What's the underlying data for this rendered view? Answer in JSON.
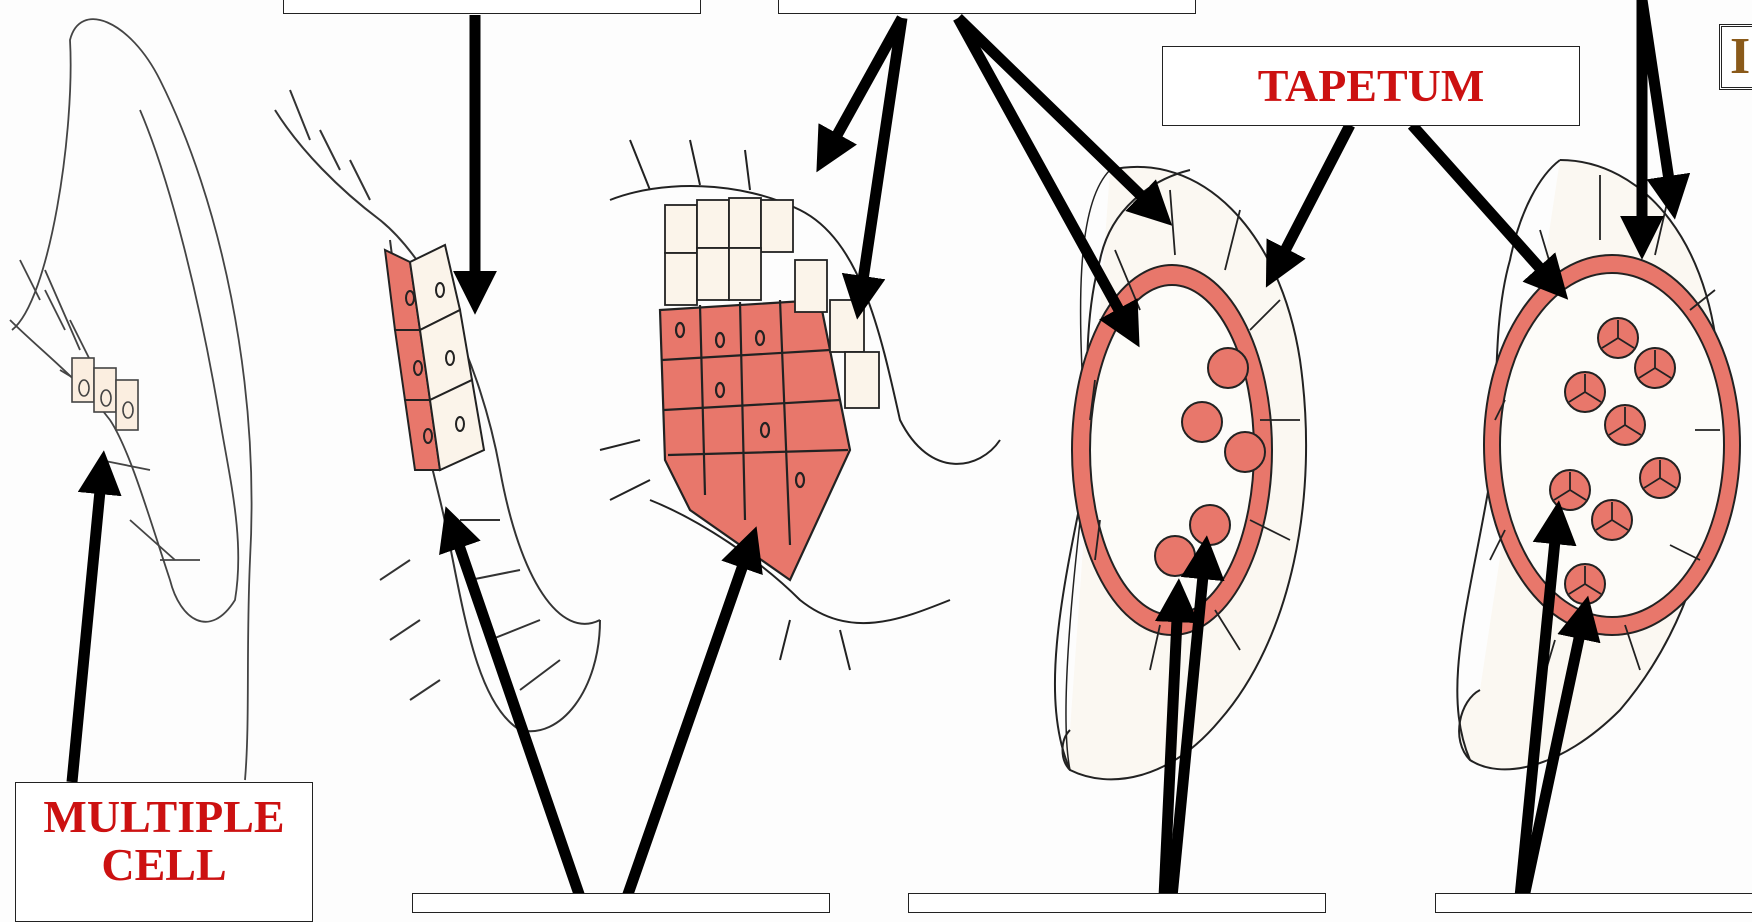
{
  "labels": {
    "tapetum": "TAPETUM",
    "multiple_cell": "MULTIPLE CELL",
    "top_left": "",
    "top_middle": "",
    "bottom_left": "",
    "bottom_middle": "",
    "bottom_right": ""
  },
  "corner_glyph": "I",
  "colors": {
    "label_text": "#cc1111",
    "cell_fill": "#e8776b",
    "pale_cell": "#fbeee0",
    "outline": "#222222",
    "arrow": "#000000",
    "corner_text": "#8a5a1a"
  },
  "stages": [
    {
      "name": "stage-1"
    },
    {
      "name": "stage-2"
    },
    {
      "name": "stage-3"
    },
    {
      "name": "stage-4"
    },
    {
      "name": "stage-5"
    }
  ]
}
